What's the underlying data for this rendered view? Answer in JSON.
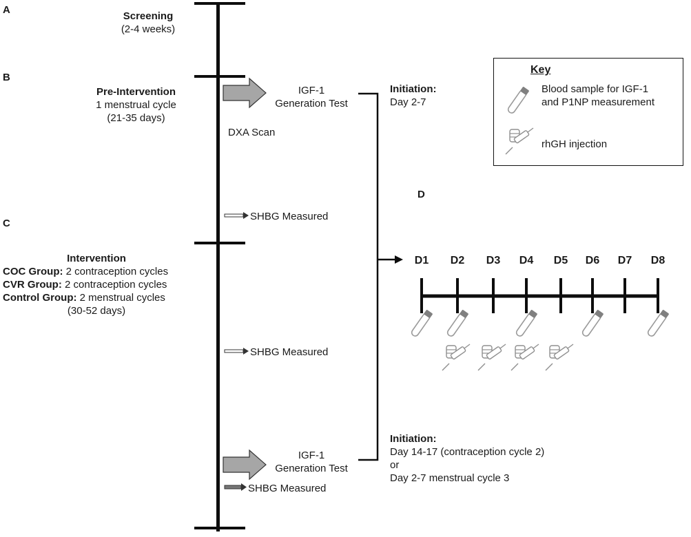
{
  "panels": {
    "a": "A",
    "b": "B",
    "c": "C",
    "d": "D"
  },
  "screening": {
    "title": "Screening",
    "duration": "(2-4 weeks)"
  },
  "pre_intervention": {
    "title": "Pre-Intervention",
    "line1": "1 menstrual cycle",
    "line2": "(21-35 days)"
  },
  "intervention": {
    "title": "Intervention",
    "groups": [
      {
        "name": "COC Group",
        "detail": "2 contraception cycles"
      },
      {
        "name": "CVR Group",
        "detail": "2 contraception cycles"
      },
      {
        "name": "Control Group",
        "detail": "2 menstrual cycles"
      }
    ],
    "duration": "(30-52 days)"
  },
  "events": {
    "igf1_test_top": {
      "line1": "IGF-1",
      "line2": "Generation Test"
    },
    "dxa": "DXA Scan",
    "shbg_1": "SHBG Measured",
    "shbg_2": "SHBG Measured",
    "igf1_test_bottom": {
      "line1": "IGF-1",
      "line2": "Generation Test"
    },
    "shbg_3": "SHBG Measured"
  },
  "initiation_top": {
    "title": "Initiation:",
    "detail": "Day 2-7"
  },
  "initiation_bottom": {
    "title": "Initiation:",
    "line1": "Day 14-17 (contraception cycle 2)",
    "line2": "or",
    "line3": "Day 2-7 menstrual cycle 3"
  },
  "key": {
    "title": "Key",
    "blood_line1": "Blood sample for IGF-1",
    "blood_line2": "and P1NP measurement",
    "injection": "rhGH injection"
  },
  "schedule": {
    "days": [
      "D1",
      "D2",
      "D3",
      "D4",
      "D5",
      "D6",
      "D7",
      "D8"
    ],
    "blood_sample_days": [
      "D1",
      "D2",
      "D4",
      "D6",
      "D8"
    ],
    "injection_days": [
      "D2",
      "D3",
      "D4",
      "D5"
    ]
  },
  "colors": {
    "line": "#0d0d0d",
    "arrow_fill": "#a6a6a6",
    "tube": "#9a9a9a",
    "cap": "#808080"
  }
}
